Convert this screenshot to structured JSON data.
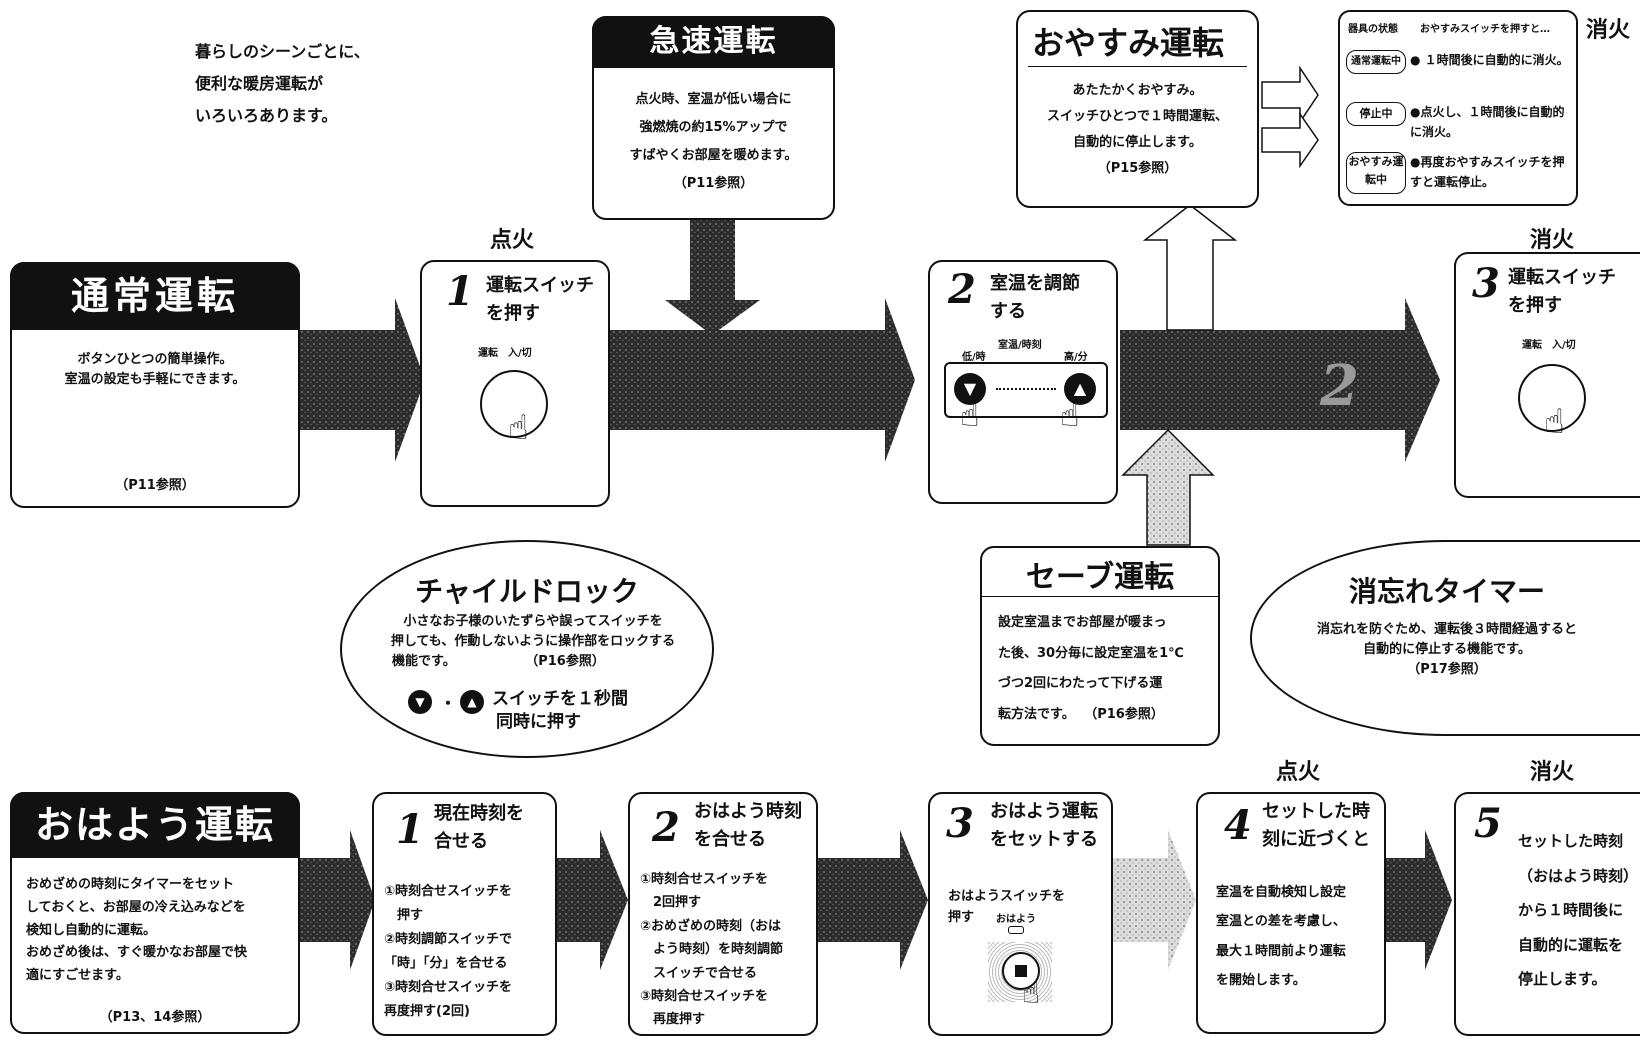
{
  "intro": [
    "暮らしのシーンごとに、",
    "便利な暖房運転が",
    "いろいろあります。"
  ],
  "normal": {
    "title": "通常運転",
    "desc": [
      "ボタンひとつの簡単操作。",
      "室温の設定も手軽にできます。"
    ],
    "ref": "（P11参照）"
  },
  "rapid": {
    "title": "急速運転",
    "desc": [
      "点火時、室温が低い場合に",
      "強燃焼の約15%アップで",
      "すばやくお部屋を暖めます。"
    ],
    "ref": "（P11参照）"
  },
  "sleep": {
    "title": "おやすみ運転",
    "desc": [
      "あたたかくおやすみ。",
      "スイッチひとつで１時間運転、",
      "自動的に停止します。"
    ],
    "ref": "（P15参照）"
  },
  "sleep_table": {
    "header_state": "器具の状態",
    "header_action": "おやすみスイッチを押すと…",
    "rows": [
      {
        "state": "通常運転中",
        "action": "● １時間後に自動的に消火。"
      },
      {
        "state": "停止中",
        "action": "●点火し、１時間後に自動的に消火。"
      },
      {
        "state": "おやすみ運転中",
        "action": "●再度おやすみスイッチを押すと運転停止。"
      }
    ],
    "side_label": "消火"
  },
  "top_labels": {
    "ignite": "点火",
    "extinguish": "消火"
  },
  "step1": {
    "number": "1",
    "title": [
      "運転スイッチ",
      "を押す"
    ],
    "button_label": "運転　入/切"
  },
  "step2": {
    "number": "2",
    "title": [
      "室温を調節",
      "する"
    ],
    "panel_label_center": "室温/時刻",
    "panel_label_left": "低/時",
    "panel_label_right": "高/分"
  },
  "step3": {
    "number": "3",
    "title": [
      "運転スイッチ",
      "を押す"
    ],
    "button_label": "運転　入/切"
  },
  "child_lock": {
    "title": "チャイルドロック",
    "desc": [
      "小さなお子様のいたずらや誤ってスイッチを",
      "押しても、作動しないように操作部をロックする",
      "機能です。"
    ],
    "ref": "（P16参照）",
    "instruction": [
      "・",
      "スイッチを１秒間",
      "同時に押す"
    ]
  },
  "save": {
    "title": "セーブ運転",
    "desc": [
      "設定室温までお部屋が暖まっ",
      "た後、30分毎に設定室温を1℃",
      "づつ2回にわたって下げる運",
      "転方法です。"
    ],
    "ref": "（P16参照）"
  },
  "timer": {
    "title": "消忘れタイマー",
    "desc": [
      "消忘れを防ぐため、運転後３時間経過すると",
      "自動的に停止する機能です。"
    ],
    "ref": "（P17参照）"
  },
  "morning": {
    "title": "おはよう運転",
    "desc": [
      "おめざめの時刻にタイマーをセット",
      "しておくと、お部屋の冷え込みなどを",
      "検知し自動的に運転。",
      "おめざめ後は、すぐ暖かなお部屋で快",
      "適にすごせます。"
    ],
    "ref": "（P13、14参照）"
  },
  "m1": {
    "number": "1",
    "title": [
      "現在時刻を",
      "合せる"
    ],
    "body": [
      "①時刻合せスイッチを",
      "　押す",
      "②時刻調節スイッチで",
      "「時」「分」を合せる",
      "③時刻合せスイッチを",
      "再度押す(2回)"
    ]
  },
  "m2": {
    "number": "2",
    "title": [
      "おはよう時刻",
      "を合せる"
    ],
    "body": [
      "①時刻合せスイッチを",
      "　2回押す",
      "②おめざめの時刻（おは",
      "　よう時刻）を時刻調節",
      "　スイッチで合せる",
      "③時刻合せスイッチを",
      "　再度押す"
    ]
  },
  "m3": {
    "number": "3",
    "title": [
      "おはよう運転",
      "をセットする"
    ],
    "body": [
      "おはようスイッチを",
      "押す"
    ],
    "button_label": "おはよう"
  },
  "m4": {
    "number": "4",
    "title": [
      "セットした時",
      "刻に近づくと"
    ],
    "body": [
      "室温を自動検知し設定",
      "室温との差を考慮し、",
      "最大１時間前より運転",
      "を開始します。"
    ]
  },
  "m5": {
    "number": "5",
    "body": [
      "セットした時刻",
      "（おはよう時刻）",
      "から１時間後に",
      "自動的に運転を",
      "停止します。"
    ]
  },
  "arrow_number": "2",
  "colors": {
    "ink": "#111111",
    "band": "#3a3a3a",
    "band_light": "#bdbdbd"
  }
}
